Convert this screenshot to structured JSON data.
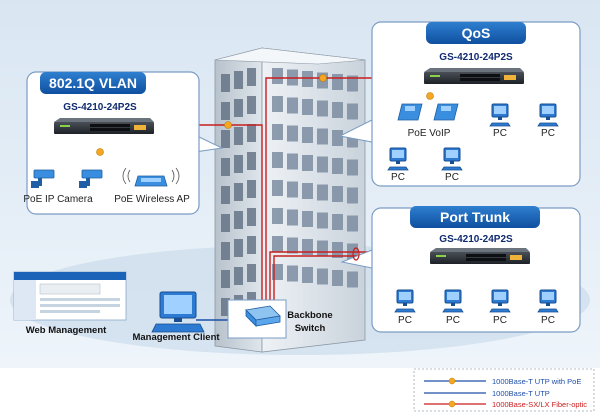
{
  "panels": {
    "vlan": {
      "title": "802.1Q VLAN",
      "model": "GS-4210-24P2S",
      "device_labels": [
        "PoE IP Camera",
        "PoE Wireless AP"
      ]
    },
    "qos": {
      "title": "QoS",
      "model": "GS-4210-24P2S",
      "voip_label": "PoE VoIP",
      "pc_label": "PC"
    },
    "trunk": {
      "title": "Port Trunk",
      "model": "GS-4210-24P2S",
      "pc_label": "PC"
    }
  },
  "labels": {
    "web_management": "Web Management",
    "management_client": "Management Client",
    "backbone_switch_l1": "Backbone",
    "backbone_switch_l2": "Switch"
  },
  "legend": [
    {
      "text": "1000Base-T UTP with PoE",
      "color": "#1d4fa8",
      "type": "poe"
    },
    {
      "text": "1000Base-T UTP",
      "color": "#1d4fa8",
      "type": "utp"
    },
    {
      "text": "1000Base-SX/LX Fiber-optic",
      "color": "#c81e1e",
      "type": "fiber"
    }
  ],
  "colors": {
    "accent": "#1a63b8",
    "fiber": "#c81e1e",
    "utp": "#1d4fa8",
    "poe_marker": "#f5a623"
  }
}
